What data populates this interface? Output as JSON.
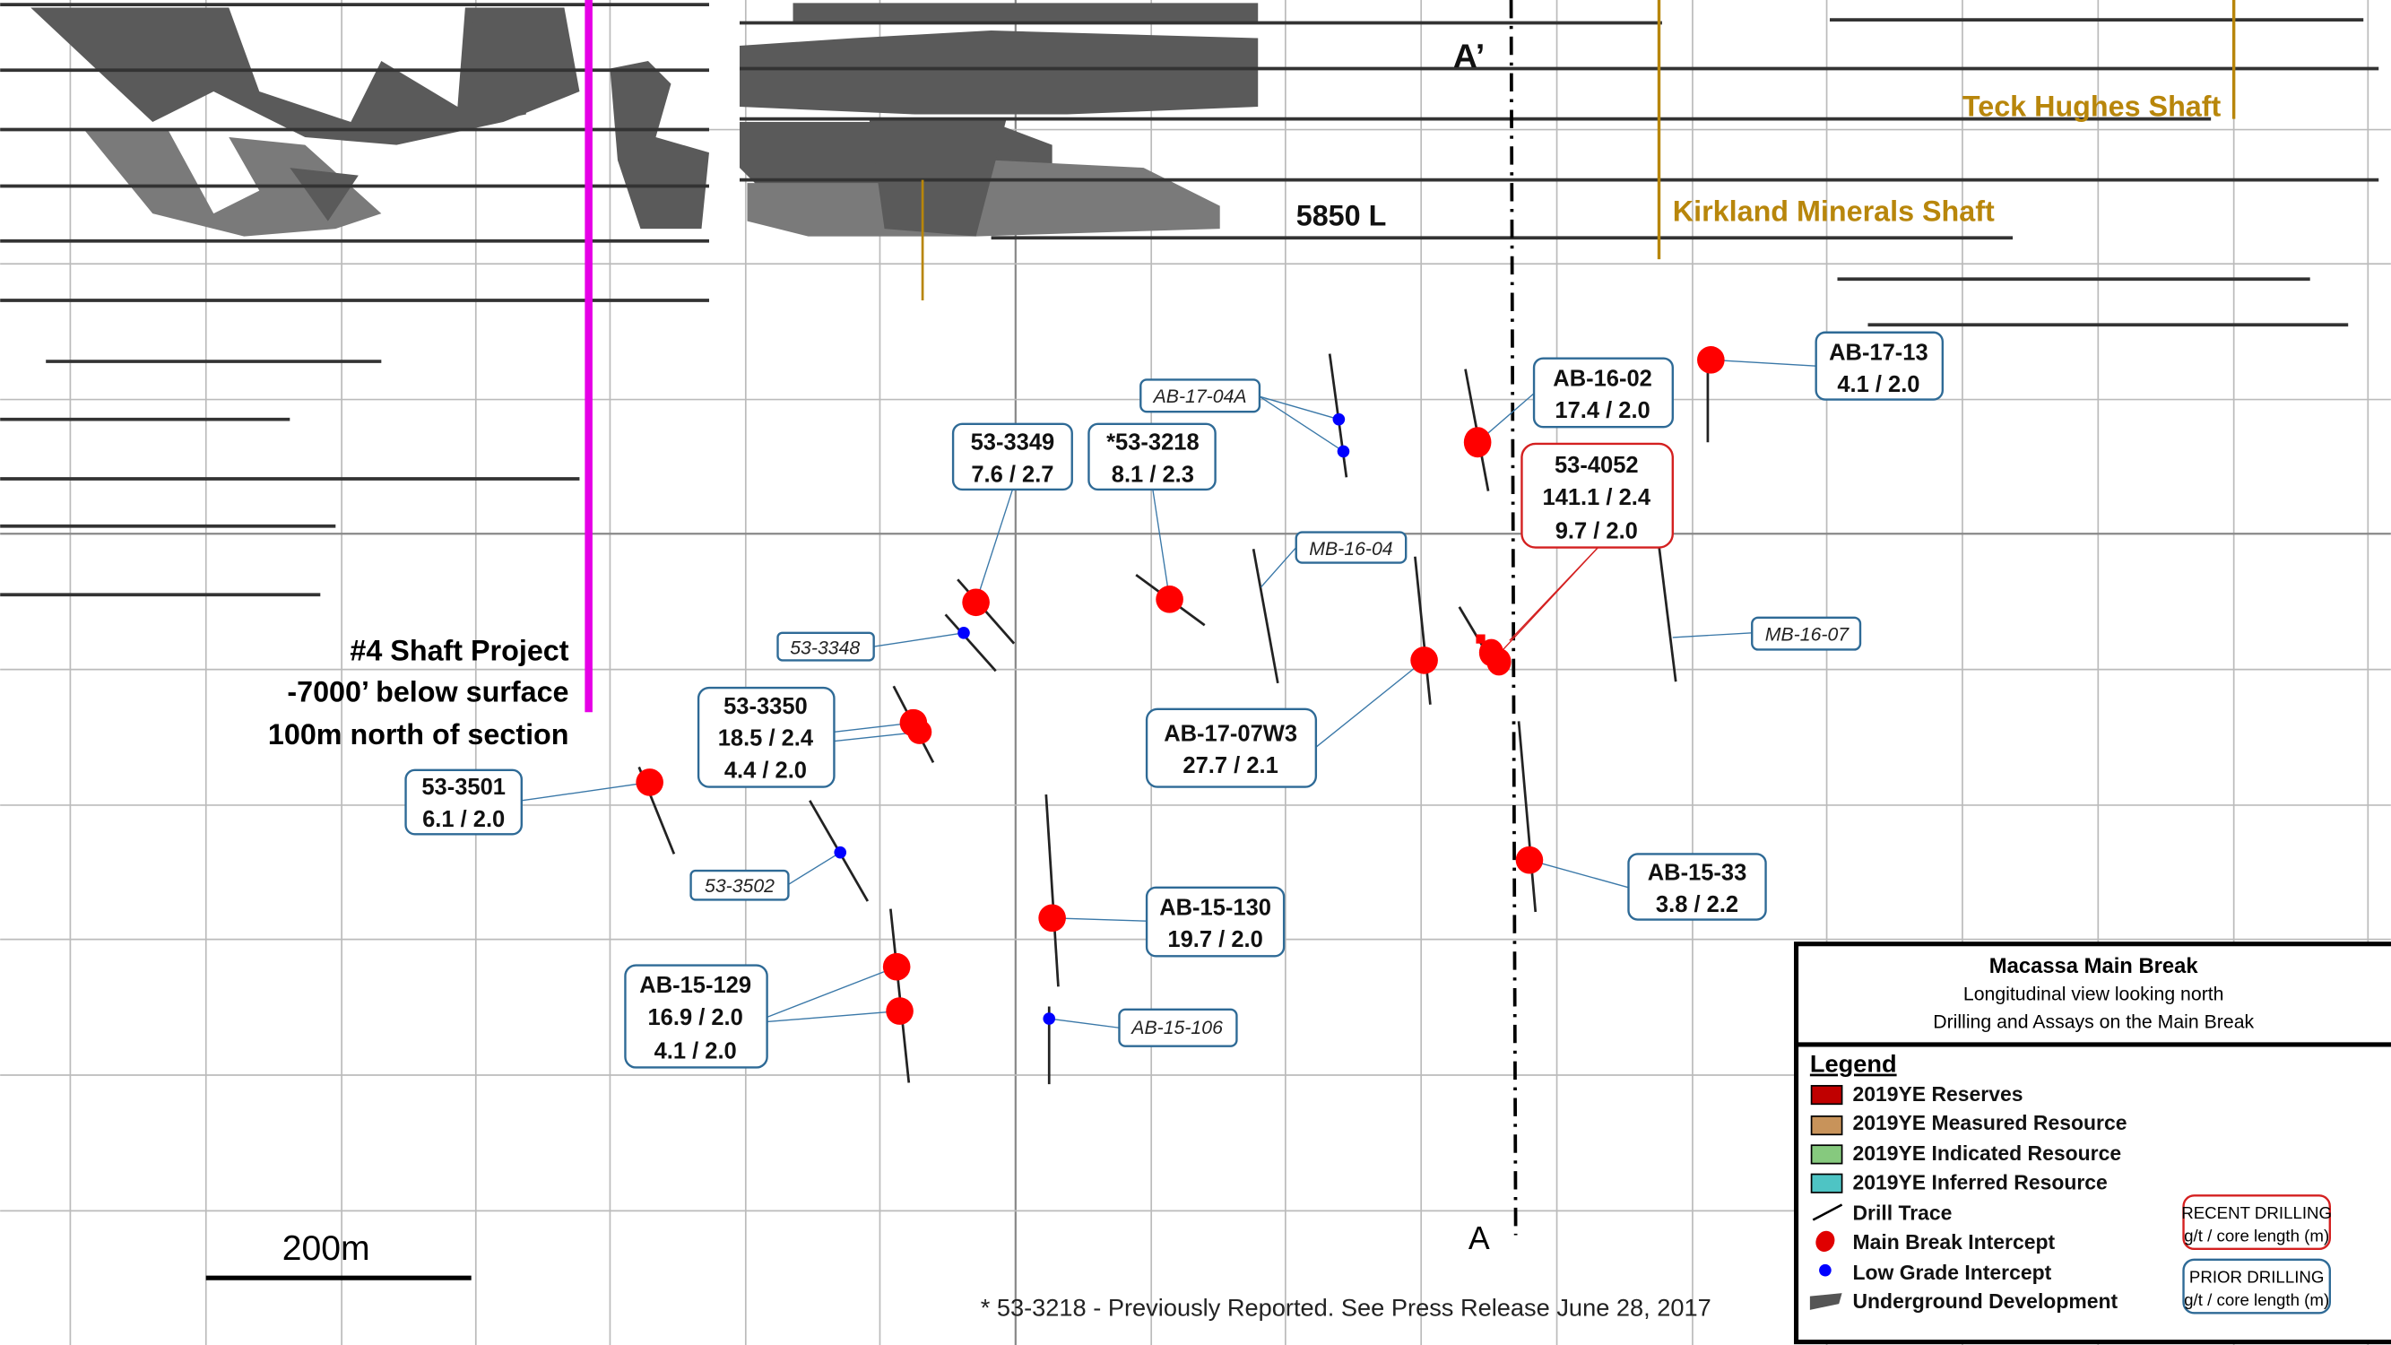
{
  "colors": {
    "main_break": "#ff0000",
    "low_grade": "#0000ff",
    "prior_box": "#2e6a96",
    "recent_box": "#d42020",
    "shaft_4": "#e600e6",
    "shaft_gold": "#b8860b"
  },
  "section": {
    "a_prime": "A’",
    "a": "A",
    "level": "5850 L"
  },
  "shafts": {
    "kirkland": "Kirkland Minerals Shaft",
    "teck": "Teck Hughes Shaft"
  },
  "shaft4": {
    "line1": "#4 Shaft Project",
    "line2": "-7000’ below surface",
    "line3": "100m north of section"
  },
  "scale": {
    "label": "200m"
  },
  "footnote": "* 53-3218 - Previously Reported. See Press Release June 28, 2017",
  "holes": [
    {
      "id": "AB-17-13",
      "assays": [
        "4.1 / 2.0"
      ],
      "type": "prior"
    },
    {
      "id": "AB-16-02",
      "assays": [
        "17.4 / 2.0"
      ],
      "type": "prior"
    },
    {
      "id": "AB-17-04A",
      "assays": [],
      "type": "low-grade"
    },
    {
      "id": "53-3349",
      "assays": [
        "7.6 / 2.7"
      ],
      "type": "prior"
    },
    {
      "id": "*53-3218",
      "assays": [
        "8.1 / 2.3"
      ],
      "type": "prior"
    },
    {
      "id": "53-4052",
      "assays": [
        "141.1 / 2.4",
        "9.7 / 2.0"
      ],
      "type": "recent"
    },
    {
      "id": "MB-16-04",
      "assays": [],
      "type": "trace"
    },
    {
      "id": "MB-16-07",
      "assays": [],
      "type": "trace"
    },
    {
      "id": "53-3348",
      "assays": [],
      "type": "low-grade"
    },
    {
      "id": "53-3350",
      "assays": [
        "18.5 / 2.4",
        "4.4 / 2.0"
      ],
      "type": "prior"
    },
    {
      "id": "AB-17-07W3",
      "assays": [
        "27.7 / 2.1"
      ],
      "type": "prior"
    },
    {
      "id": "53-3501",
      "assays": [
        "6.1 / 2.0"
      ],
      "type": "prior"
    },
    {
      "id": "53-3502",
      "assays": [],
      "type": "low-grade"
    },
    {
      "id": "AB-15-130",
      "assays": [
        "19.7 / 2.0"
      ],
      "type": "prior"
    },
    {
      "id": "AB-15-33",
      "assays": [
        "3.8 / 2.2"
      ],
      "type": "prior"
    },
    {
      "id": "AB-15-129",
      "assays": [
        "16.9 / 2.0",
        "4.1 / 2.0"
      ],
      "type": "prior"
    },
    {
      "id": "AB-15-106",
      "assays": [],
      "type": "low-grade"
    }
  ],
  "legend": {
    "title": "Macassa Main Break",
    "subtitle1": "Longitudinal view looking north",
    "subtitle2": "Drilling and Assays on the Main Break",
    "heading": "Legend",
    "items": [
      {
        "label": "2019YE Reserves",
        "color": "#c00000"
      },
      {
        "label": "2019YE Measured Resource",
        "color": "#c8935a"
      },
      {
        "label": "2019YE Indicated Resource",
        "color": "#86c97e"
      },
      {
        "label": "2019YE Inferred Resource",
        "color": "#4ec4c4"
      },
      {
        "label": "Drill Trace",
        "icon": "line-icon"
      },
      {
        "label": "Main Break Intercept",
        "icon": "red-dot-icon"
      },
      {
        "label": "Low Grade Intercept",
        "icon": "blue-dot-icon"
      },
      {
        "label": "Underground Development",
        "icon": "gray-shape-icon"
      }
    ],
    "recent": {
      "title": "RECENT DRILLING",
      "units": "g/t / core length (m)"
    },
    "prior": {
      "title": "PRIOR DRILLING",
      "units": "g/t / core length (m)"
    }
  }
}
